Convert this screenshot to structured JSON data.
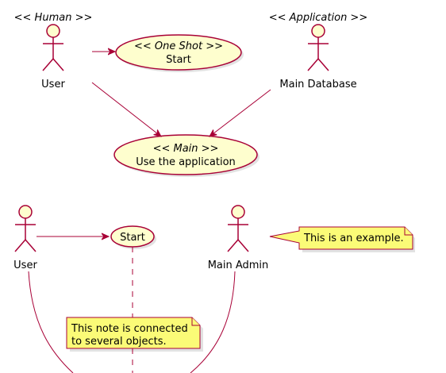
{
  "colors": {
    "line": "#A80036",
    "usecase_fill": "#FEFECE",
    "note_fill": "#FBFB77",
    "text": "#000000"
  },
  "actors": {
    "user_top": {
      "stereotype": "<< Human >>",
      "label": "User"
    },
    "main_database": {
      "stereotype": "<< Application >>",
      "label": "Main Database"
    },
    "user_bottom": {
      "label": "User"
    },
    "main_admin": {
      "label": "Main Admin"
    }
  },
  "usecases": {
    "start_top": {
      "stereotype": "<< One Shot >>",
      "label": "Start"
    },
    "use_app": {
      "stereotype": "<< Main >>",
      "label": "Use the application"
    },
    "start_bottom": {
      "label": "Start"
    }
  },
  "notes": {
    "example": {
      "text": "This is an example."
    },
    "connected": {
      "lines": [
        "This note is connected",
        "to several objects."
      ]
    }
  }
}
